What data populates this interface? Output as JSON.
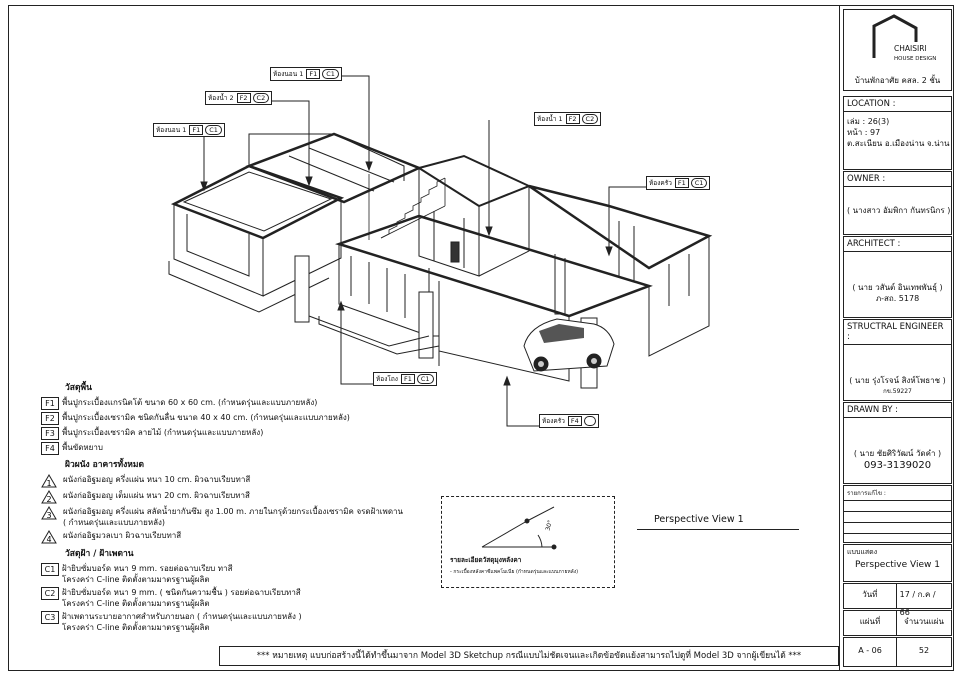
{
  "title_block": {
    "logo_line1": "CHAISIRI",
    "logo_line2": "HOUSE DESIGN",
    "project_name": "บ้านพักอาศัย คสล. 2 ชั้น",
    "location_label": "LOCATION :",
    "location_lines": [
      "เล่ม : 26(3)",
      "หน้า : 97",
      "ต.สะเนียน  อ.เมืองน่าน จ.น่าน"
    ],
    "owner_label": "OWNER :",
    "owner_name": "( นางสาว อัมพิกา กันทรนิกร )",
    "architect_label": "ARCHITECT :",
    "architect_name": "( นาย วสันต์ อินเทพพันธุ์ )",
    "architect_license": "ภ-สถ. 5178",
    "engineer_label": "STRUCTRAL ENGINEER :",
    "engineer_name": "( นาย รุ่งโรจน์ สิงห์โพธาช )",
    "engineer_license": "กข.59227",
    "drawn_label": "DRAWN BY :",
    "drawn_name": "( นาย ชัยศิริวัฒน์ วัดคำ )",
    "drawn_phone": "093-3139020",
    "revision_label": "รายการแก้ไข :",
    "sheet_type_label": "แบบแสดง",
    "sheet_type_value": "Perspective View 1",
    "date_label": "วันที่",
    "date_value": "17 / ก.ค / 66",
    "sheets_label": "แผ่นที่",
    "sheets_value": "จำนวนแผ่น",
    "sheet_no": "A - 06",
    "sheet_total": "52"
  },
  "tags": [
    {
      "room": "ห้องนอน 1",
      "code": "F1",
      "mark": "C1"
    },
    {
      "room": "ห้องน้ำ 2",
      "code": "F2",
      "mark": "C2"
    },
    {
      "room": "ห้องนอน 1",
      "code": "F1",
      "mark": "C1"
    },
    {
      "room": "ห้องน้ำ 1",
      "code": "F2",
      "mark": "C2"
    },
    {
      "room": "ห้องครัว",
      "code": "F1",
      "mark": "C1"
    },
    {
      "room": "ห้องโถง",
      "code": "F1",
      "mark": "C1"
    },
    {
      "room": "ห้องครัว",
      "code": "F4",
      "mark": ""
    }
  ],
  "legend": {
    "floors_title": "วัสดุพื้น",
    "floors": [
      {
        "code": "F1",
        "text": "พื้นปูกระเบื้องแกรนิตโต้ ขนาด 60 x 60 cm. (กำหนดรุ่นและแบบภายหลัง)"
      },
      {
        "code": "F2",
        "text": "พื้นปูกระเบื้องเซรามิค ชนิดกันลื่น ขนาด 40 x 40 cm. (กำหนดรุ่นและแบบภายหลัง)"
      },
      {
        "code": "F3",
        "text": "พื้นปูกระเบื้องเซรามิค ลายไม้ (กำหนดรุ่นและแบบภายหลัง)"
      },
      {
        "code": "F4",
        "text": "พื้นขัดหยาบ"
      }
    ],
    "walls_title": "ผิวผนัง อาคารทั้งหมด",
    "walls": [
      {
        "code": "1",
        "text": "ผนังก่ออิฐมอญ ครึ่งแผ่น หนา 10 cm. ผิวฉาบเรียบทาสี"
      },
      {
        "code": "2",
        "text": "ผนังก่ออิฐมอญ เต็มแผ่น หนา 20 cm. ผิวฉาบเรียบทาสี"
      },
      {
        "code": "3",
        "text": "ผนังก่ออิฐมอญ ครึ่งแผ่น สลัดน้ำยากันซึม สูง 1.00 m. ภายในกรุด้วยกระเบื้องเซรามิค จรดฝ้าเพดาน\n( กำหนดรุ่นและแบบภายหลัง)"
      },
      {
        "code": "4",
        "text": "ผนังก่ออิฐมวลเบา ผิวฉาบเรียบทาสี"
      }
    ],
    "ceilings_title": "วัสดุฝ้า / ฝ้าเพดาน",
    "ceilings": [
      {
        "code": "C1",
        "text": "ฝ้ายิบซั่มบอร์ด หนา 9 mm. รอยต่อฉาบเรียบ ทาสี\nโครงคร่า C-line ติดตั้งตามมาตรฐานผู้ผลิต"
      },
      {
        "code": "C2",
        "text": "ฝ้ายิบซั่มบอร์ด หนา 9 mm. ( ชนิดกันความชื้น ) รอยต่อฉาบเรียบทาสี\nโครงคร่า C-line ติดตั้งตามมาตรฐานผู้ผลิต"
      },
      {
        "code": "C3",
        "text": "ฝ้าเพดานระบายอากาศสำหรับภายนอก ( กำหนดรุ่นและแบบภายหลัง )\nโครงคร่า C-line ติดตั้งตามมาตรฐานผู้ผลิต"
      }
    ]
  },
  "detail": {
    "title": "รายละเอียดวัสดุมุงหลังคา",
    "subtitle": "- กระเบื้องหลังคาซีแพคโมเนีย (กำหนดรุ่นและแบบภายหลัง)",
    "angle": "30°"
  },
  "view_label": "Perspective View 1",
  "footer_note": "*** หมายเหตุ แบบก่อสร้างนี้ได้ทำขึ้นมาจาก Model 3D Sketchup  กรณีแบบไม่ชัดเจนและเกิดข้อขัดแย้งสามารถไปดูที่ Model 3D จากผู้เขียนได้ ***"
}
